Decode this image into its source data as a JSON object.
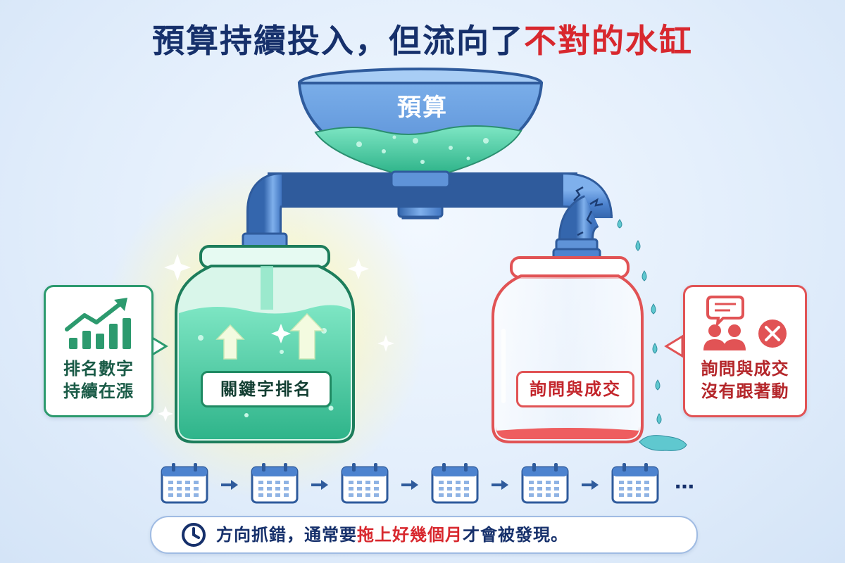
{
  "title": {
    "part1": "預算持續投入，但流向了",
    "part2": "不對的水缸"
  },
  "funnel": {
    "label": "預算"
  },
  "left_jar": {
    "label": "關鍵字排名",
    "callout": [
      "排名數字",
      "持續在漲"
    ],
    "icon": "bar-chart-up-icon",
    "color": "#2c9a6e"
  },
  "right_jar": {
    "label": "詢問與成交",
    "callout": [
      "詢問與成交",
      "沒有跟著動"
    ],
    "icons": [
      "chat-bubble-icon",
      "people-icon",
      "x-circle-icon"
    ],
    "color": "#e15355"
  },
  "timeline": {
    "calendar_count": 6,
    "ellipsis": "…",
    "icon": "calendar-icon"
  },
  "bottom": {
    "part1": "方向抓錯，通常要",
    "part2": "拖上好幾個月",
    "part3": "才會被發現。",
    "icon": "clock-icon"
  },
  "colors": {
    "title": "#16306b",
    "highlight": "#d8282e",
    "pipe": "#4d83cf",
    "water": "#4fcfa6"
  }
}
